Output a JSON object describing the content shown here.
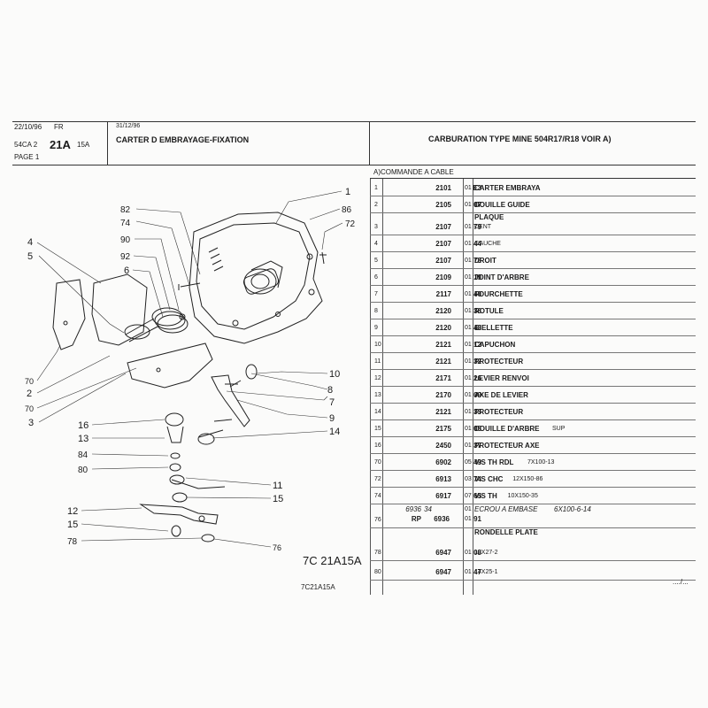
{
  "header": {
    "date": "22/10/96",
    "lang": "FR",
    "code_prefix": "54CA 2",
    "code_main": "21A",
    "code_suffix": "15A",
    "page": "PAGE 1",
    "date2": "31/12/96",
    "title": "CARTER D EMBRAYAGE-FIXATION",
    "right_title": "CARBURATION TYPE MINE 504R17/R18 VOIR A)"
  },
  "table": {
    "section": "A)COMMANDE A CABLE",
    "rows": [
      {
        "ref": "1",
        "c1": "2101",
        "c2": "E3",
        "qty": "01",
        "desc": "CARTER EMBRAYA",
        "sub": ""
      },
      {
        "ref": "2",
        "c1": "2105",
        "c2": "07",
        "qty": "01",
        "desc": "DOUILLE GUIDE",
        "sub": ""
      },
      {
        "ref": "3",
        "c1": "2107",
        "c2": "79",
        "qty": "01",
        "desc": "PLAQUE",
        "sub": "CENT"
      },
      {
        "ref": "4",
        "c1": "2107",
        "c2": "44",
        "qty": "01",
        "desc": "",
        "sub": "GAUCHE"
      },
      {
        "ref": "5",
        "c1": "2107",
        "c2": "78",
        "qty": "01",
        "desc": "DROIT",
        "sub": ""
      },
      {
        "ref": "6",
        "c1": "2109",
        "c2": "19",
        "qty": "01",
        "desc": "JOINT D'ARBRE",
        "sub": ""
      },
      {
        "ref": "7",
        "c1": "2117",
        "c2": "40",
        "qty": "01",
        "desc": "FOURCHETTE",
        "sub": ""
      },
      {
        "ref": "8",
        "c1": "2120",
        "c2": "36",
        "qty": "01",
        "desc": "ROTULE",
        "sub": ""
      },
      {
        "ref": "9",
        "c1": "2120",
        "c2": "43",
        "qty": "01",
        "desc": "BIELLETTE",
        "sub": ""
      },
      {
        "ref": "10",
        "c1": "2121",
        "c2": "12",
        "qty": "01",
        "desc": "CAPUCHON",
        "sub": ""
      },
      {
        "ref": "11",
        "c1": "2121",
        "c2": "32",
        "qty": "01",
        "desc": "PROTECTEUR",
        "sub": ""
      },
      {
        "ref": "12",
        "c1": "2171",
        "c2": "26",
        "qty": "01",
        "desc": "LEVIER RENVOI",
        "sub": ""
      },
      {
        "ref": "13",
        "c1": "2170",
        "c2": "09",
        "qty": "01",
        "desc": "AXE DE LEVIER",
        "sub": ""
      },
      {
        "ref": "14",
        "c1": "2121",
        "c2": "33",
        "qty": "01",
        "desc": "PROTECTEUR",
        "sub": ""
      },
      {
        "ref": "15",
        "c1": "2175",
        "c2": "05",
        "qty": "01",
        "desc": "DOUILLE D'ARBRE",
        "sub": "SUP"
      },
      {
        "ref": "16",
        "c1": "2450",
        "c2": "37",
        "qty": "01",
        "desc": "PROTECTEUR AXE",
        "sub": ""
      },
      {
        "ref": "70",
        "c1": "6902",
        "c2": "49",
        "qty": "05",
        "desc": "VIS TH RDL",
        "sub": "7X100-13"
      },
      {
        "ref": "72",
        "c1": "6913",
        "c2": "74",
        "qty": "03",
        "desc": "VIS CHC",
        "sub": "12X150-86"
      },
      {
        "ref": "74",
        "c1": "6917",
        "c2": "65",
        "qty": "07",
        "desc": "VIS TH",
        "sub": "10X150-35"
      },
      {
        "ref": "76",
        "c1": "6936",
        "c2": "34",
        "qty": "01",
        "desc": "ECROU A EMBASE",
        "sub": "6X100-6-14",
        "rp": "RP",
        "rp1": "6936",
        "rp2": "91",
        "rpqty": "01"
      },
      {
        "ref": "78",
        "c1": "6947",
        "c2": "08",
        "qty": "01",
        "desc": "RONDELLE PLATE",
        "sub": "10X27-2"
      },
      {
        "ref": "80",
        "c1": "6947",
        "c2": "47",
        "qty": "01",
        "desc": "",
        "sub": "14X25-1"
      }
    ],
    "continuation": "..../..."
  },
  "drawing": {
    "plate_ref": "7C 21A15A",
    "plate_ref_small": "7C21A15A",
    "callouts": [
      "1",
      "82",
      "86",
      "74",
      "72",
      "90",
      "4",
      "92",
      "5",
      "6",
      "70",
      "10",
      "2",
      "8",
      "7",
      "70",
      "9",
      "3",
      "16",
      "14",
      "13",
      "84",
      "80",
      "11",
      "15",
      "12",
      "15",
      "78",
      "76"
    ]
  },
  "colors": {
    "ink": "#1a1a1a",
    "paper": "#fbfbfa"
  }
}
